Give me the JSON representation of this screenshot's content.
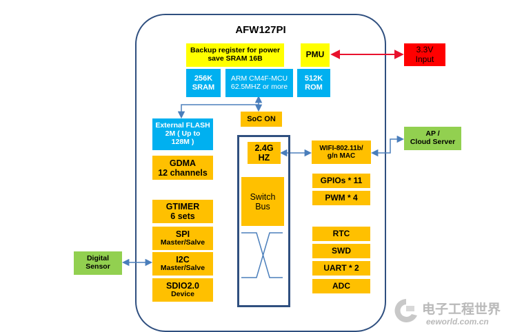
{
  "diagram": {
    "title": "AFW127PI",
    "backup_line1": "Backup register for power",
    "backup_line2": "save   SRAM 16B",
    "pmu": "PMU",
    "input_line1": "3.3V",
    "input_line2": "Input",
    "sram_line1": "256K",
    "sram_line2": "SRAM",
    "mcu_line1": "ARM CM4F-MCU",
    "mcu_line2": "62.5MHZ or more",
    "rom_line1": "512K",
    "rom_line2": "ROM",
    "soc_on": "SoC ON",
    "flash_line1": "External FLASH",
    "flash_line2": "2M ( Up to",
    "flash_line3": "128M )",
    "gdma_line1": "GDMA",
    "gdma_line2": "12 channels",
    "gtimer_line1": "GTIMER",
    "gtimer_line2": "6 sets",
    "spi_line1": "SPI",
    "spi_line2": "Master/Salve",
    "i2c_line1": "I2C",
    "i2c_line2": "Master/Salve",
    "sdio_line1": "SDIO2.0",
    "sdio_line2": "Device",
    "hz_line1": "2.4G",
    "hz_line2": "HZ",
    "switch_line1": "Switch",
    "switch_line2": "Bus",
    "wifi_line1": "WIFI-802.11b/",
    "wifi_line2": "g/n MAC",
    "gpio": "GPIOs * 11",
    "pwm": "PWM * 4",
    "rtc": "RTC",
    "swd": "SWD",
    "uart": "UART * 2",
    "adc": "ADC",
    "ap_line1": "AP /",
    "ap_line2": "Cloud Server",
    "sensor_line1": "Digital",
    "sensor_line2": "Sensor"
  },
  "watermark": {
    "cn": "电子工程世界",
    "url": "eeworld.com.cn"
  },
  "colors": {
    "orange": "#ffc000",
    "yellow": "#ffff00",
    "blue": "#00b0f0",
    "red": "#ff0000",
    "green": "#92d050",
    "border": "#2f4f7f",
    "connector": "#4a7ebb"
  }
}
